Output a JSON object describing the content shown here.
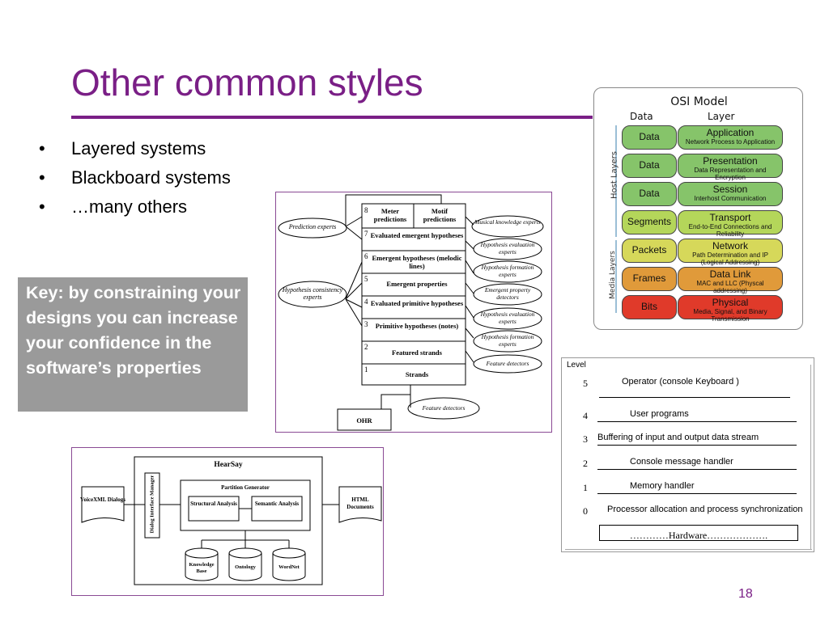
{
  "slide": {
    "title": "Other common styles",
    "bullets": [
      "Layered systems",
      "Blackboard systems",
      "…many others"
    ],
    "bullet_glyph": "•",
    "key_text": "Key: by constraining your designs you can increase your confidence in the software’s properties",
    "page_number": "18",
    "accent_color": "#7a1f86"
  },
  "osi": {
    "title": "OSI Model",
    "header_data": "Data",
    "header_layer": "Layer",
    "host_layers_label": "Host Layers",
    "media_layers_label": "Media Layers",
    "rows": [
      {
        "data": "Data",
        "layer": "Application",
        "desc": "Network Process to Application",
        "color": "#86c46a"
      },
      {
        "data": "Data",
        "layer": "Presentation",
        "desc": "Data Representation and Encryption",
        "color": "#86c46a"
      },
      {
        "data": "Data",
        "layer": "Session",
        "desc": "Interhost Communication",
        "color": "#86c46a"
      },
      {
        "data": "Segments",
        "layer": "Transport",
        "desc": "End-to-End Connections and Reliability",
        "color": "#b4d65a"
      },
      {
        "data": "Packets",
        "layer": "Network",
        "desc": "Path Determination and IP (Logical Addressing)",
        "color": "#d6d85a"
      },
      {
        "data": "Frames",
        "layer": "Data Link",
        "desc": "MAC and LLC (Physcal addressing)",
        "color": "#e09a3a"
      },
      {
        "data": "Bits",
        "layer": "Physical",
        "desc": "Media, Signal, and Binary Transmission",
        "color": "#e03a2a"
      }
    ]
  },
  "blackboard": {
    "levels": [
      {
        "num": "8",
        "label_a": "Meter predictions",
        "label_b": "Motif predictions"
      },
      {
        "num": "7",
        "label": "Evaluated emergent hypotheses"
      },
      {
        "num": "6",
        "label": "Emergent hypotheses (melodic lines)"
      },
      {
        "num": "5",
        "label": "Emergent properties"
      },
      {
        "num": "4",
        "label": "Evaluated primitive hypotheses"
      },
      {
        "num": "3",
        "label": "Primitive hypotheses (notes)"
      },
      {
        "num": "2",
        "label": "Featured strands"
      },
      {
        "num": "1",
        "label": "Strands"
      }
    ],
    "left_experts": [
      "Prediction experts",
      "Hypothesis consistency experts"
    ],
    "right_experts": [
      "Musical knowledge experts",
      "Hypothesis evaluation experts",
      "Hypothesis formation experts",
      "Emergent property detectors",
      "Hypothesis evaluation experts",
      "Hypothesis formation experts",
      "Feature detectors"
    ],
    "bottom_expert": "Feature detectors",
    "source": "OHR"
  },
  "hearsay": {
    "title": "HearSay",
    "left_doc": "VoiceXML Dialogs",
    "right_doc": "HTML Documents",
    "dialog_manager": "Dialog Interface Manager",
    "partition": "Partition Generator",
    "structural": "Structural Analysis",
    "semantic": "Semantic Analysis",
    "databases": [
      "Knowledge Base",
      "Ontology",
      "WordNet"
    ]
  },
  "levels": {
    "heading": "Level",
    "rows": [
      {
        "num": "5",
        "text": "Operator (console Keyboard )"
      },
      {
        "num": "4",
        "text": "User programs"
      },
      {
        "num": "3",
        "text": "Buffering of input and output data stream"
      },
      {
        "num": "2",
        "text": "Console message handler"
      },
      {
        "num": "1",
        "text": "Memory handler"
      },
      {
        "num": "0",
        "text": "Processor allocation and process synchronization"
      }
    ],
    "hardware": "…………Hardware………………."
  }
}
